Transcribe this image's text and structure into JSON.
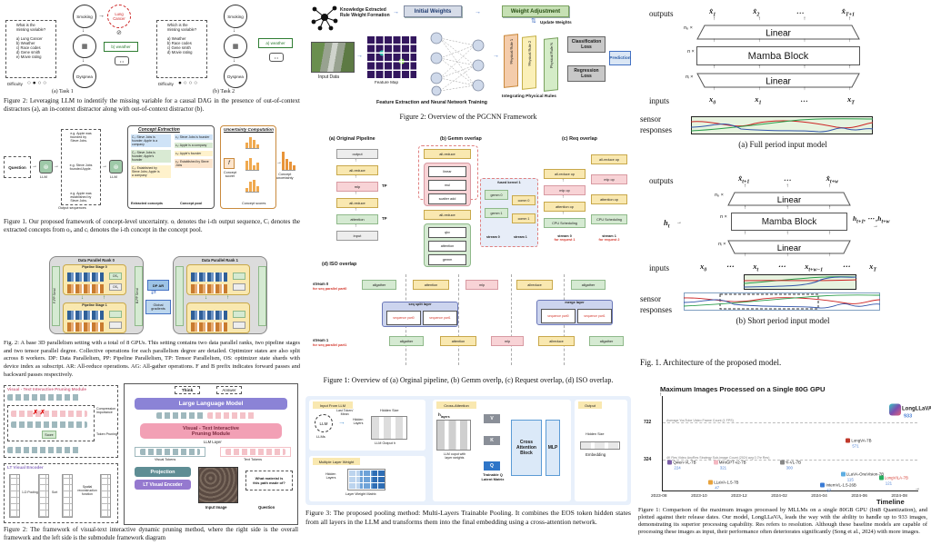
{
  "glyphs": {
    "down": "↓",
    "up": "↑",
    "right": "→",
    "left": "←",
    "updown": "⇅",
    "lr": "⇄",
    "cross": "⊘",
    "gear": "⊛",
    "brace": "⏟"
  },
  "causal": {
    "caption": "Figure 2: Leveraging LLM to indentify the missing variable for a causal DAG in the presence of out-of-context distractors (a), an in-context distractor along with out-of-context distractor (b).",
    "task1": {
      "label": "(a) Task 1",
      "question": "What is the\nmissing variable?\n\na) Lung Cancer\nb) Weather\nc) Race codes\nd) Gene smith\ne) Movie rating",
      "top_node": "Smoking",
      "missing_node": "Lung\nCancer",
      "bottom_node": "Dyspnea",
      "answer": "b) weather",
      "difficulty": "Difficulty",
      "dots": "○ ● ○ ○"
    },
    "task2": {
      "label": "(b) Task 2",
      "question": "Which is the\nmissing variable?\n\na) Weather\nb) Race codes\nc) Gene smith\nd) Movie rating",
      "top_node": "Smoking",
      "bottom_node": "Dyspnea",
      "answer": "a) weather",
      "difficulty": "Difficulty",
      "dots": "● ○ ○ ○"
    }
  },
  "concept": {
    "caption": "Figure 1. Our proposed framework of concept-level uncertainty. oᵢ denotes the i-th output sequence, Cᵢ denotes the extracted concepts from oᵢ, and cᵢ denotes the i-th concept in the concept pool.",
    "question": "Question",
    "llm1": "LLM",
    "llm2": "LLM",
    "outputs": [
      "e.g. Apple was\nfounded by\nSteve Jobs.",
      "e.g. Steve Jobs\nfounded Apple.",
      "e.g. Apple was\nestablished by\nSteve Jobs."
    ],
    "outputs_label": "Output sequences",
    "extraction_title": "Concept Extraction",
    "extracted": [
      "C₁: Steve Jobs is\nfounder; Apple is a\ncompany",
      "C₂: Steve Jobs is\nfounder; Apple's\nfounder",
      "C₃: Established by\nSteve Jobs; Apple is\na company"
    ],
    "extracted_label": "Extracted concepts",
    "pool": [
      "c₁: Steve Jobs is founder",
      "c₂: Apple is a company",
      "c₃: Apple's founder",
      "c₄: Established by Steve Jobs"
    ],
    "pool_label": "Concept pool",
    "uncertainty_title": "Uncertainty Computation",
    "scorer_symbol": "f",
    "scorer_label": "Concept\nscorer",
    "scores_label": "Concept scores",
    "final_label": "Concept\nuncertainty"
  },
  "parallel": {
    "caption": "Fig. 2: A base 3D parallelism setting with a total of 8 GPUs. This setting contains two data parallel ranks, two pipeline stages and two tensor parallel degree. Collective operations for each parallelism degree are detailed. Optimizer states are also split across 8 workers. DP: Data Parallelism, PP: Pipeline Parallelism, TP: Tensor Parallelism, OS: optimizer state shards with device index as subscript. AR: All-reduce operations. AG: All-gather operations. F and B prefix indicates forward passes and backward passes respectively.",
    "rank0": "Data Parallel Rank 0",
    "rank1": "Data Parallel Rank 1",
    "stage0": "Pipeline Stage 0",
    "stage1": "Pipeline Stage 1",
    "dp_ar": "DP AR",
    "global_gradients": "Global\ngradients",
    "f_pp": "F-PP Send",
    "b_pp": "B-PP Send",
    "os0": "OS₀",
    "os1": "OS₁"
  },
  "pruning": {
    "caption": "Figure 2: The framework of visual-text interactive dynamic pruning method, where the right side is the overall framework and the left side is the submodule framework diagram",
    "module_title": "Visual - Text Interactive Pruning Module",
    "encoder_title": "LT Visual Encoder",
    "brace1": "Compression\nimportance",
    "brace2": "Token Pruning",
    "score": "Score",
    "pool_lbl": "1-D Pooling",
    "sort_lbl": "Sort",
    "spatial_lbl": "Spatial\nreconstruction\nfunction",
    "think": "Think",
    "answer": "Answer",
    "llm": "Large Language Model",
    "module": "Visual - Text Interactive\nPruning Module",
    "llm_layer": "LLM Layer",
    "visual_tokens": "Visual Tokens",
    "text_tokens": "Text Tokens",
    "projection": "Projection",
    "encoder": "LT Visual Encoder",
    "input_image": "Input Image",
    "question_lbl": "Question",
    "question_text": "What material is\nthis path made of?"
  },
  "pgcnn": {
    "caption": "Figure 2: Overview of the PGCNN Framework",
    "kg_label": "Knowledge Extracted\nRule Weight Formation",
    "initial_weights": "Initial Weights",
    "weight_adjustment": "Weight Adjustment",
    "update_weights": "Update Weights",
    "input_data": "Input Data",
    "feature_map": "Feature Map",
    "fe_label": "Feature Extraction and Neural Network Training",
    "ipr_label": "Integrating Physical Rules",
    "rule1": "Physical Rule 1",
    "rule2": "Physical Rule 2",
    "ruleN": "Physical Rule N",
    "class_loss": "Classification\nLoss",
    "reg_loss": "Regression\nLoss",
    "prediction": "Prediction"
  },
  "overlap": {
    "caption": "Figure 1: Overview of (a) Orginal pipeline, (b) Gemm overlp, (c) Request overlap, (d) ISO overlap.",
    "a_title": "(a) Original Pipeline",
    "b_title": "(b) Gemm overlap",
    "c_title": "(c) Req overlap",
    "d_title": "(d) ISO overlap",
    "tp": "TP",
    "a_boxes": [
      "output",
      "all-reduce",
      "mlp",
      "all-reduce",
      "attention",
      "input"
    ],
    "b_ar": "all-reduce",
    "b_mlp": [
      "linear",
      "mul",
      "scatter add"
    ],
    "b_ar2": "all-reduce",
    "b_attn": [
      "qkv",
      "attention",
      "gemm"
    ],
    "inset_title": "fused kernel 1",
    "inset_items": [
      "gemm 0",
      "comm 0",
      "gemm 1",
      "comm 1"
    ],
    "inset_s0": "stream 0",
    "inset_s1": "stream 1",
    "c_left": [
      "all-reduce op",
      "mlp op",
      "attention op",
      "CPU Scheduling"
    ],
    "c_right": [
      "all-reduce op",
      "mlp op",
      "attention op",
      "CPU Scheduling"
    ],
    "c_s0": "stream 0",
    "c_s0r": "for request 1",
    "c_s1": "stream 1",
    "c_s1r": "for request 2",
    "d_s0": "stream 0",
    "d_s0r": "for seq parallel part0",
    "d_s1": "stream 1",
    "d_s1r": "for seq parallel part1",
    "d_row": [
      "allgather",
      "attention",
      "mlp",
      "allreduce",
      "allgather"
    ],
    "split_title": "seq split layer",
    "split_items": [
      "sequence part0",
      "sequence part1"
    ],
    "merge_title": "merge layer",
    "merge_items": [
      "sequence part0",
      "sequence part1"
    ]
  },
  "pooling": {
    "caption": "Figure 3: The proposed pooling method: Multi-Layers Trainable Pooling. It combines the EOS token hidden states from all layers in the LLM and transforms them into the final embedding using a cross-attention network.",
    "in_title": "Input From LLM",
    "mlw_title": "Multiple Layer Weight",
    "ca_title": "Cross-Attention",
    "out_title": "Output",
    "llms": "LLMs",
    "llm_circle": "LLM",
    "last": "Last Token/\nMean",
    "hidden_layers": "Hidden\nLayers",
    "llm_out": "LLM Output h",
    "hidden_size": "Hidden Size",
    "lwm": "Layer Weight Matrix",
    "h_layers": "h",
    "h_layers_sub": "layers",
    "lw": "LLM ouput with\nlayer weights",
    "v": "V",
    "k": "K",
    "q": "Q",
    "tq": "Trainable Q\nLatent Matrix",
    "cab": "Cross\nAttention\nBlock",
    "mlp": "MLP",
    "hs2": "Hidden Size",
    "emb": "Embedding"
  },
  "mamba": {
    "caption": "Fig. 1.    Architecture of the proposed model.",
    "a": {
      "outputs_label": "outputs",
      "out": [
        [
          "x̂",
          "1"
        ],
        [
          "x̂",
          "2"
        ],
        [
          "…",
          ""
        ],
        [
          "x̂",
          "T+1"
        ]
      ],
      "n_o": "nₒ ×",
      "linear": "Linear",
      "n": "n ×",
      "mamba": "Mamba Block",
      "n_i": "nᵢ ×",
      "linear2": "Linear",
      "inputs_label": "inputs",
      "in": [
        [
          "x",
          "0"
        ],
        [
          "x",
          "1"
        ],
        [
          "…",
          ""
        ],
        [
          "x",
          "T"
        ]
      ],
      "sensor": "sensor\nresponses",
      "subcap": "(a) Full period input model"
    },
    "b": {
      "outputs_label": "outputs",
      "out": [
        [
          "x̂",
          "t+1"
        ],
        [
          "…",
          ""
        ],
        [
          "x̂",
          "t+w"
        ]
      ],
      "n_o": "nₒ ×",
      "linear": "Linear",
      "n": "n ×",
      "mamba": "Mamba Block",
      "n_i": "nᵢ ×",
      "linear2": "Linear",
      "h_in": [
        "h",
        "t"
      ],
      "h_out": [
        [
          "h",
          "t+1"
        ],
        [
          ", ⋯ ,",
          ""
        ],
        [
          "h",
          "t+w"
        ]
      ],
      "inputs_label": "inputs",
      "in": [
        [
          "x",
          "0"
        ],
        [
          "⋯",
          ""
        ],
        [
          "x",
          "t"
        ],
        [
          "⋯",
          ""
        ],
        [
          "x",
          "t+w−1"
        ],
        [
          "⋯",
          ""
        ],
        [
          "x",
          "T"
        ]
      ],
      "sensor": "sensor\nresponses",
      "subcap": "(b) Short period input model"
    }
  },
  "gpuchart": {
    "title": "Maximum Images Processed on a Single 80G GPU",
    "timeline": "Timeline",
    "y722": "722",
    "y324": "324",
    "caption": "Figure 1: Comparison of the maximum images processed by MLLMs on a single 80GB GPU (Int8 Quantization), and plotted against their release dates. Our model, LongLLaVA, leads the way with the ability to handle up to 933 images, demonstrating its superior processing capability. Res refers to resolution. Although these baseline models are capable of processing these images as input, their performance often deteriorates significantly (Song et al., 2024) with more images."
  },
  "chart_data": {
    "type": "scatter",
    "title": "Maximum Images Processed on a Single 80G GPU",
    "xlabel": "Timeline",
    "ylabel": "",
    "x_ticks": [
      "2023-08",
      "2023-10",
      "2023-12",
      "2024-02",
      "2024-04",
      "2024-06",
      "2024-08"
    ],
    "ylim": [
      0,
      1000
    ],
    "y_ticks": [
      324,
      722
    ],
    "grid": "dashed-reference-lines",
    "legend": "none",
    "ref_lines": [
      {
        "y": 722,
        "label": "Average YouTube Video Frame Count (1 FPS)"
      },
      {
        "y": 324,
        "label": "4K Res Video AnyRes Strategy Sub-image Count (2024 avg 0.7hr Res)"
      }
    ],
    "points": [
      {
        "model": "Qwen-VL-7B",
        "date": "2023-08",
        "value": 224,
        "x_pct": 3,
        "y_pct": 30,
        "color": "#7b5ea7"
      },
      {
        "model": "LLaVA-1.5-7B",
        "date": "2023-10",
        "value": 47,
        "x_pct": 19,
        "y_pct": 9,
        "color": "#e8a33d"
      },
      {
        "model": "MiniGPT-v2-7B",
        "date": "2023-10",
        "value": 321,
        "x_pct": 21,
        "y_pct": 30,
        "color": "#f4b8c2"
      },
      {
        "model": "Yi-VL-7B",
        "date": "2024-02",
        "value": 300,
        "x_pct": 47,
        "y_pct": 30,
        "color": "#888888"
      },
      {
        "model": "InternVL-1.5-26B",
        "date": "2024-04",
        "value": 67,
        "x_pct": 63,
        "y_pct": 6,
        "color": "#3a7bd5"
      },
      {
        "model": "LongVA-7B",
        "date": "2024-06",
        "value": 571,
        "x_pct": 73,
        "y_pct": 53,
        "color": "#c0392b"
      },
      {
        "model": "LLaVA-OneVision-7B",
        "date": "2024-06",
        "value": 115,
        "x_pct": 71,
        "y_pct": 17,
        "color": "#5dade2"
      },
      {
        "model": "LongVILA-7B",
        "date": "2024-08",
        "value": 121,
        "x_pct": 86,
        "y_pct": 13,
        "color": "#27ae60",
        "label_color": "#d43a2f"
      },
      {
        "model": "LongLLaVA-13B",
        "date": "2024-09",
        "value": 933,
        "x_pct": 90,
        "y_pct": 86,
        "color": "#16a085",
        "highlight": true
      }
    ]
  }
}
